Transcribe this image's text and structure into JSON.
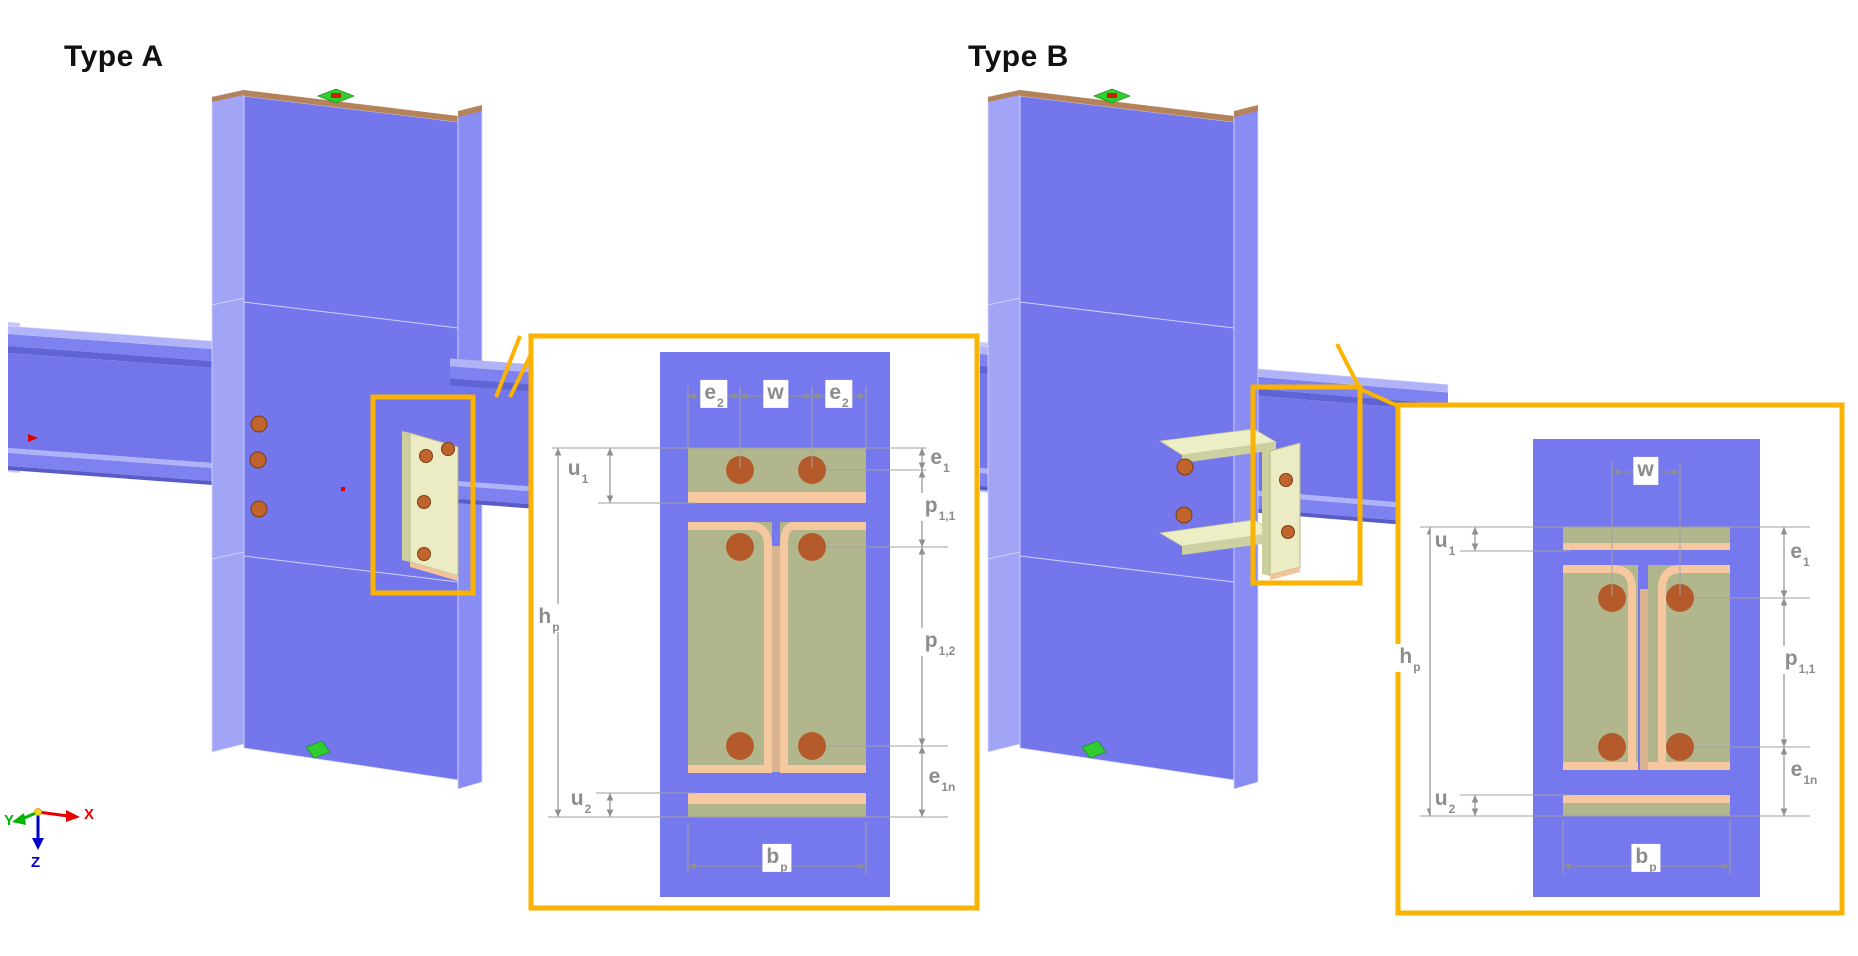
{
  "sections": {
    "a": {
      "title": "Type A"
    },
    "b": {
      "title": "Type B"
    }
  },
  "detail_a": {
    "labels": {
      "e2": {
        "base": "e",
        "sub": "2"
      },
      "w": {
        "base": "w",
        "sub": ""
      },
      "u1": {
        "base": "u",
        "sub": "1"
      },
      "hp": {
        "base": "h",
        "sub": "p"
      },
      "u2": {
        "base": "u",
        "sub": "2"
      },
      "e1": {
        "base": "e",
        "sub": "1"
      },
      "p11": {
        "base": "p",
        "sub": "1,1"
      },
      "p12": {
        "base": "p",
        "sub": "1,2"
      },
      "e1n": {
        "base": "e",
        "sub": "1n"
      },
      "bp": {
        "base": "b",
        "sub": "p"
      }
    }
  },
  "detail_b": {
    "labels": {
      "w": {
        "base": "w",
        "sub": ""
      },
      "u1": {
        "base": "u",
        "sub": "1"
      },
      "hp": {
        "base": "h",
        "sub": "p"
      },
      "u2": {
        "base": "u",
        "sub": "2"
      },
      "e1": {
        "base": "e",
        "sub": "1"
      },
      "p11": {
        "base": "p",
        "sub": "1,1"
      },
      "e1n": {
        "base": "e",
        "sub": "1n"
      },
      "bp": {
        "base": "b",
        "sub": "p"
      }
    }
  },
  "axes": {
    "x": "X",
    "y": "Y",
    "z": "Z"
  },
  "colors": {
    "steel": "#7477ec",
    "steel_light": "#a2a5f6",
    "plate_khaki": "#b2b68c",
    "plate_tan": "#ebecc3",
    "weld_salmon": "#f6c8a0",
    "bolt": "#c0642e",
    "flange_cut_brown": "#b5835a",
    "highlight_yellow": "#f9b300",
    "dimension_gray": "#8f8f8f",
    "support_green": "#2fcd2f",
    "axis_x": "#e60000",
    "axis_y": "#00b400",
    "axis_z": "#0000cc"
  }
}
